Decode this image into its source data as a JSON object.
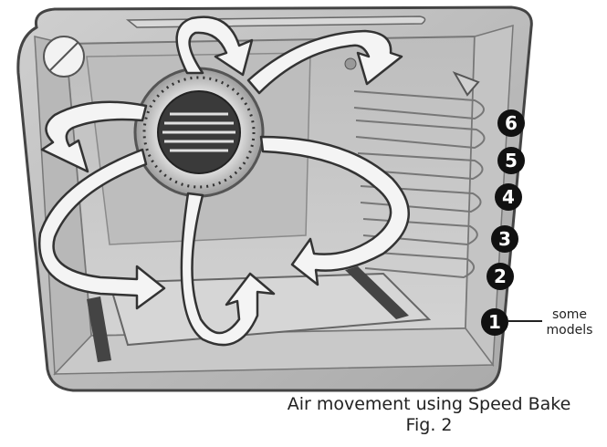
{
  "rack_positions": [
    "6",
    "5",
    "4",
    "3",
    "2",
    "1"
  ],
  "note": {
    "line1": "some",
    "line2": "models"
  },
  "caption": {
    "title": "Air movement using Speed Bake",
    "figure": "Fig. 2"
  }
}
